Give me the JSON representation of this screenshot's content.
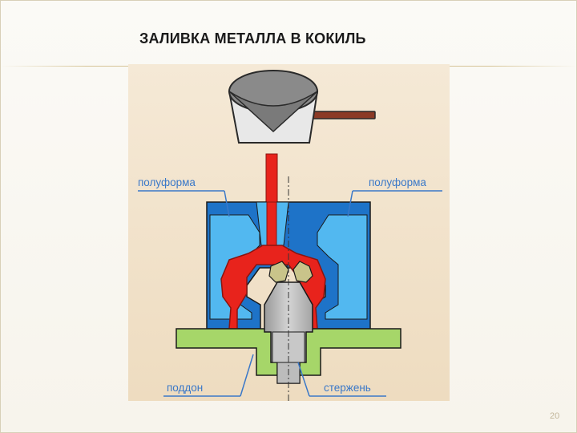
{
  "slide": {
    "title": "ЗАЛИВКА МЕТАЛЛА В КОКИЛЬ",
    "page_number": "20"
  },
  "diagram": {
    "labels": {
      "left_half_form": "полуформа",
      "right_half_form": "полуформа",
      "pallet": "поддон",
      "core": "стержень"
    },
    "colors": {
      "mold_dark": "#1e73c8",
      "mold_light": "#52b8f0",
      "metal": "#e8231c",
      "pallet": "#a6d669",
      "core": "#bcbcbc",
      "ladle": "#8a8a8a",
      "ladle_handle": "#8b3a26",
      "label_text": "#3a78c8",
      "background": "#f3e6d2"
    }
  }
}
